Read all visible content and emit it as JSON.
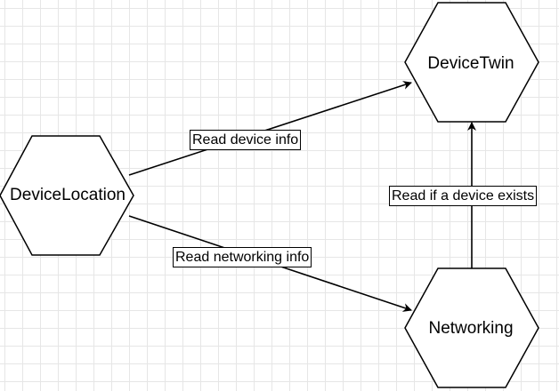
{
  "nodes": {
    "device_location": {
      "label": "DeviceLocation"
    },
    "device_twin": {
      "label": "DeviceTwin"
    },
    "networking": {
      "label": "Networking"
    }
  },
  "edges": {
    "location_to_twin": {
      "label": "Read device info"
    },
    "location_to_networking": {
      "label": "Read networking info"
    },
    "networking_to_twin": {
      "label": "Read if a device exists"
    }
  },
  "colors": {
    "grid": "#e6e6e6",
    "stroke": "#000000",
    "fill": "#ffffff"
  }
}
